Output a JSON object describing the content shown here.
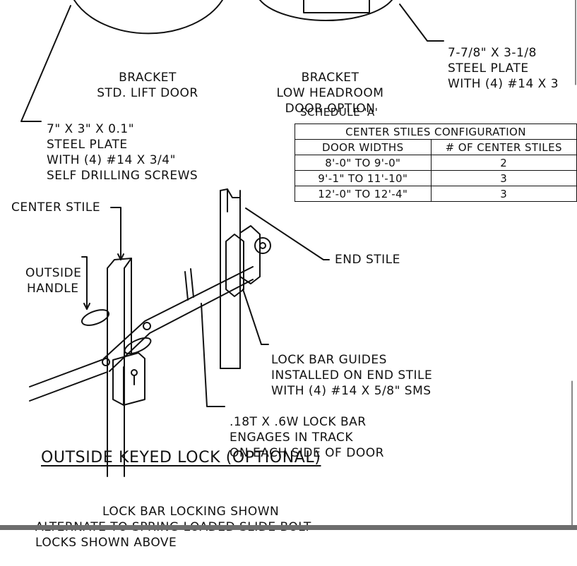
{
  "top_bracket_labels": {
    "std": [
      "BRACKET",
      "STD. LIFT DOOR"
    ],
    "low": [
      "BRACKET",
      "LOW HEADROOM",
      "DOOR OPTION"
    ],
    "plate_right": [
      "7-7/8\" X 3-1/8",
      "STEEL PLATE",
      "WITH (4) #14 X 3"
    ]
  },
  "plate_left": [
    "7\" X 3\" X 0.1\"",
    "STEEL PLATE",
    "WITH (4) #14 X 3/4\"",
    "SELF DRILLING SCREWS"
  ],
  "schedule": {
    "name": "SCHEDULE 'A'",
    "title": "CENTER STILES CONFIGURATION",
    "headers": [
      "DOOR WIDTHS",
      "# OF CENTER STILES"
    ],
    "rows": [
      [
        "8'-0\" TO 9'-0\"",
        "2"
      ],
      [
        "9'-1\" TO 11'-10\"",
        "3"
      ],
      [
        "12'-0\" TO 12'-4\"",
        "3"
      ]
    ]
  },
  "callouts": {
    "center_stile": "CENTER STILE",
    "outside_handle": [
      "OUTSIDE",
      "HANDLE"
    ],
    "end_stile": "END STILE",
    "guides": [
      "LOCK BAR GUIDES",
      "INSTALLED ON END STILE",
      "WITH (4) #14 X 5/8\" SMS"
    ],
    "lock_bar": [
      ".18T X .6W LOCK BAR",
      "ENGAGES IN TRACK",
      "ON EACH SIDE OF DOOR"
    ]
  },
  "section_title": "OUTSIDE KEYED LOCK (OPTIONAL)",
  "notes": [
    "LOCK BAR LOCKING SHOWN",
    "ALTERNATE TO SPRING LOADED SLIDE BOLT",
    "LOCKS SHOWN ABOVE"
  ]
}
